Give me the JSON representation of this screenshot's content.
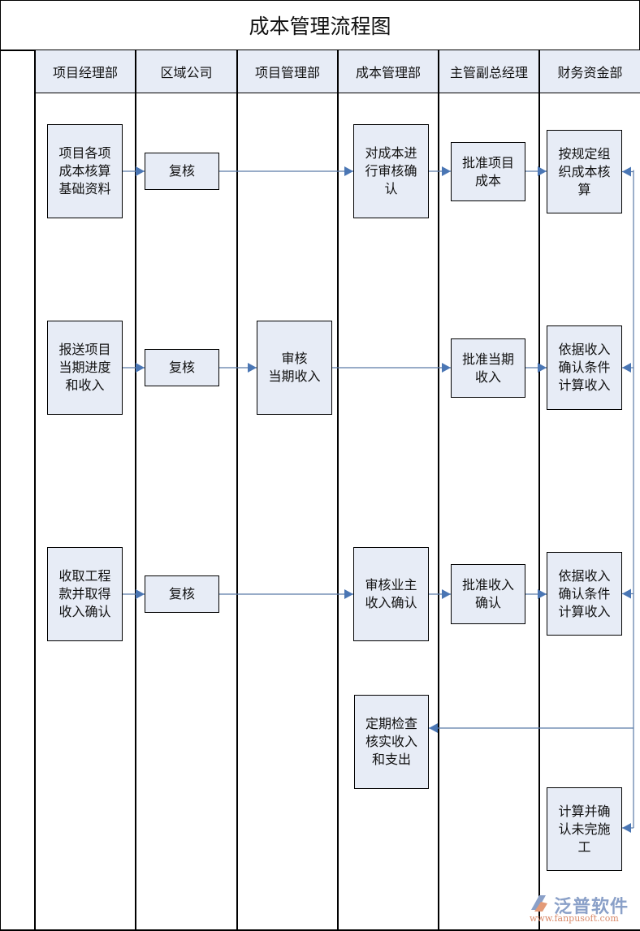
{
  "title": "成本管理流程图",
  "lanes": [
    "项目经理部",
    "区域公司",
    "项目管理部",
    "成本管理部",
    "主管副总经理",
    "财务资金部"
  ],
  "boxes": [
    {
      "id": "b1",
      "text": "项目各项\n成本核算\n基础资料"
    },
    {
      "id": "b2",
      "text": "复核"
    },
    {
      "id": "b3",
      "text": "对成本进\n行审核确\n认"
    },
    {
      "id": "b4",
      "text": "批准项目\n成本"
    },
    {
      "id": "b5",
      "text": "按规定组\n织成本核\n算"
    },
    {
      "id": "b6",
      "text": "报送项目\n当期进度\n和收入"
    },
    {
      "id": "b7",
      "text": "复核"
    },
    {
      "id": "b8",
      "text": "审核\n当期收入"
    },
    {
      "id": "b9",
      "text": "批准当期\n收入"
    },
    {
      "id": "b10",
      "text": "依据收入\n确认条件\n计算收入"
    },
    {
      "id": "b11",
      "text": "收取工程\n款并取得\n收入确认"
    },
    {
      "id": "b12",
      "text": "复核"
    },
    {
      "id": "b13",
      "text": "审核业主\n收入确认"
    },
    {
      "id": "b14",
      "text": "批准收入\n确认"
    },
    {
      "id": "b15",
      "text": "依据收入\n确认条件\n计算收入"
    },
    {
      "id": "b16",
      "text": "定期检查\n核实收入\n和支出"
    },
    {
      "id": "b17",
      "text": "计算并确\n认未完施\n工"
    }
  ],
  "connections": [
    [
      "b1",
      "b2"
    ],
    [
      "b2",
      "b3"
    ],
    [
      "b3",
      "b4"
    ],
    [
      "b4",
      "b5"
    ],
    [
      "b6",
      "b7"
    ],
    [
      "b7",
      "b8"
    ],
    [
      "b8",
      "b9"
    ],
    [
      "b9",
      "b10"
    ],
    [
      "b11",
      "b12"
    ],
    [
      "b12",
      "b13"
    ],
    [
      "b13",
      "b14"
    ],
    [
      "b14",
      "b15"
    ],
    [
      "right-bus",
      "b5"
    ],
    [
      "right-bus",
      "b10"
    ],
    [
      "right-bus",
      "b15"
    ],
    [
      "right-bus",
      "b16"
    ],
    [
      "right-bus",
      "b17"
    ]
  ],
  "colors": {
    "box_fill": "#e7ecf6",
    "line": "#5a7aa8",
    "arrow": "#4a76b4"
  },
  "logo": {
    "name": "泛普软件",
    "url": "www.fanpusoft.com"
  }
}
